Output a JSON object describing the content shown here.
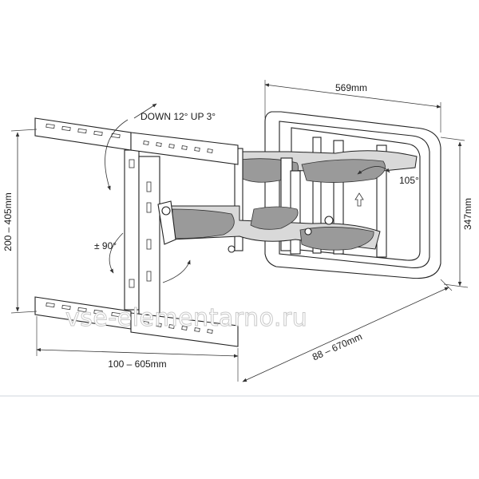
{
  "dimensions": {
    "top_width": "569mm",
    "right_height": "347mm",
    "left_height": "200 – 405mm",
    "bottom_width": "100 – 605mm",
    "extension": "88 – 670mm"
  },
  "angles": {
    "tilt": "DOWN 12° UP 3°",
    "rotate": "± 90°",
    "swivel": "105°"
  },
  "watermark": "vse-elementarno.ru"
}
